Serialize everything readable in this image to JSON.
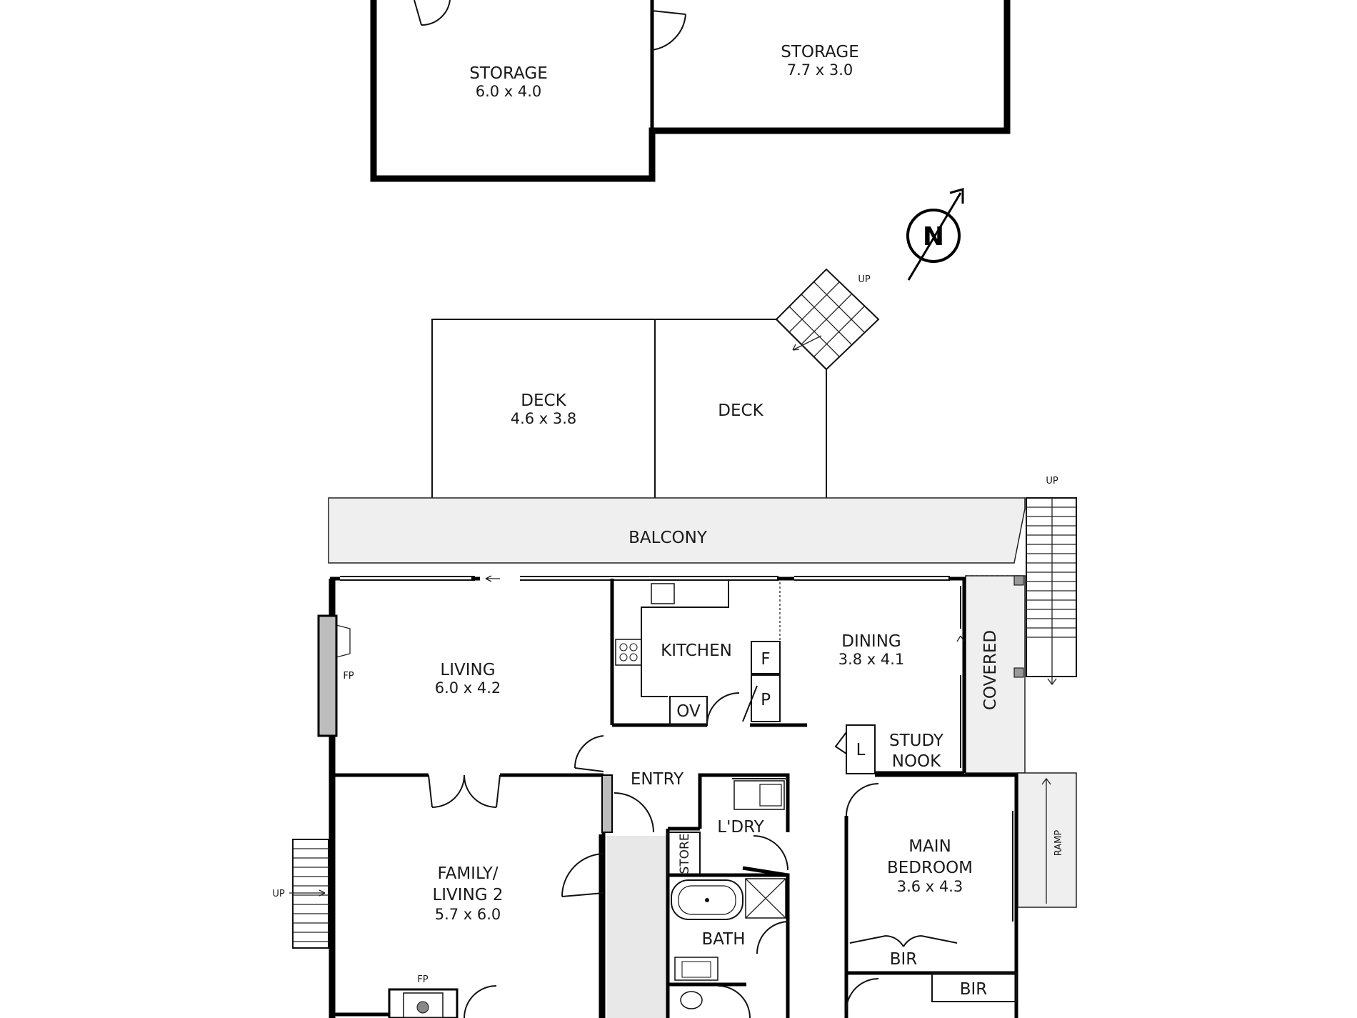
{
  "compass": {
    "label": "N"
  },
  "rooms": {
    "storage_a": {
      "name": "STORAGE",
      "dims": "6.0 x 4.0"
    },
    "storage_b": {
      "name": "STORAGE",
      "dims": "7.7 x 3.0"
    },
    "deck_a": {
      "name": "DECK",
      "dims": "4.6 x 3.8"
    },
    "deck_b": {
      "name": "DECK"
    },
    "balcony": {
      "name": "BALCONY"
    },
    "living": {
      "name": "LIVING",
      "dims": "6.0 x 4.2"
    },
    "kitchen": {
      "name": "KITCHEN"
    },
    "dining": {
      "name": "DINING",
      "dims": "3.8 x 4.1"
    },
    "covered": {
      "name": "COVERED"
    },
    "entry": {
      "name": "ENTRY"
    },
    "study": {
      "line1": "STUDY",
      "line2": "NOOK"
    },
    "laundry": {
      "name": "L'DRY"
    },
    "store": {
      "name": "STORE"
    },
    "family": {
      "line1": "FAMILY/",
      "line2": "LIVING 2",
      "dims": "5.7 x 6.0"
    },
    "bath": {
      "name": "BATH"
    },
    "main_bedroom": {
      "line1": "MAIN",
      "line2": "BEDROOM",
      "dims": "3.6 x 4.3"
    },
    "bir_a": {
      "name": "BIR"
    },
    "bir_b": {
      "name": "BIR"
    }
  },
  "fixtures": {
    "fridge": "F",
    "pantry": "P",
    "oven": "OV",
    "linen": "L",
    "fireplace_a": "FP",
    "fireplace_b": "FP"
  },
  "stairs": {
    "deck_up": "UP",
    "balcony_up": "UP",
    "family_up": "UP",
    "ramp": "RAMP"
  }
}
